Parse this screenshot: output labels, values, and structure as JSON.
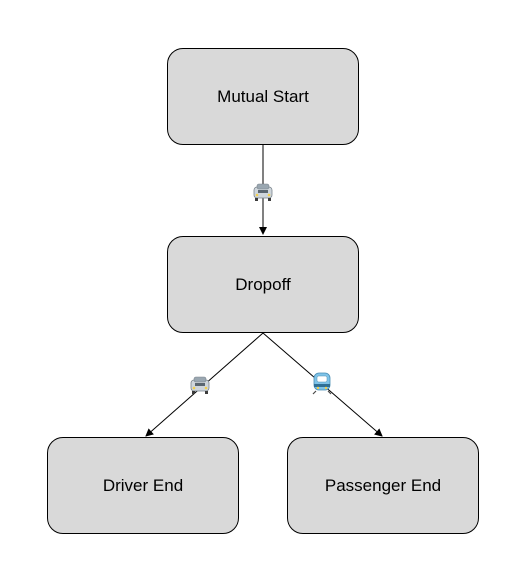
{
  "nodes": {
    "mutual_start": "Mutual Start",
    "dropoff": "Dropoff",
    "driver_end": "Driver End",
    "passenger_end": "Passenger End"
  },
  "edges": [
    {
      "from": "Mutual Start",
      "to": "Dropoff",
      "icon": "car-icon"
    },
    {
      "from": "Dropoff",
      "to": "Driver End",
      "icon": "car-icon"
    },
    {
      "from": "Dropoff",
      "to": "Passenger End",
      "icon": "train-icon"
    }
  ],
  "colors": {
    "node_fill": "#d9d9d9",
    "stroke": "#000000",
    "car_body": "#cfd6dc",
    "train_body": "#7fc3e8"
  }
}
